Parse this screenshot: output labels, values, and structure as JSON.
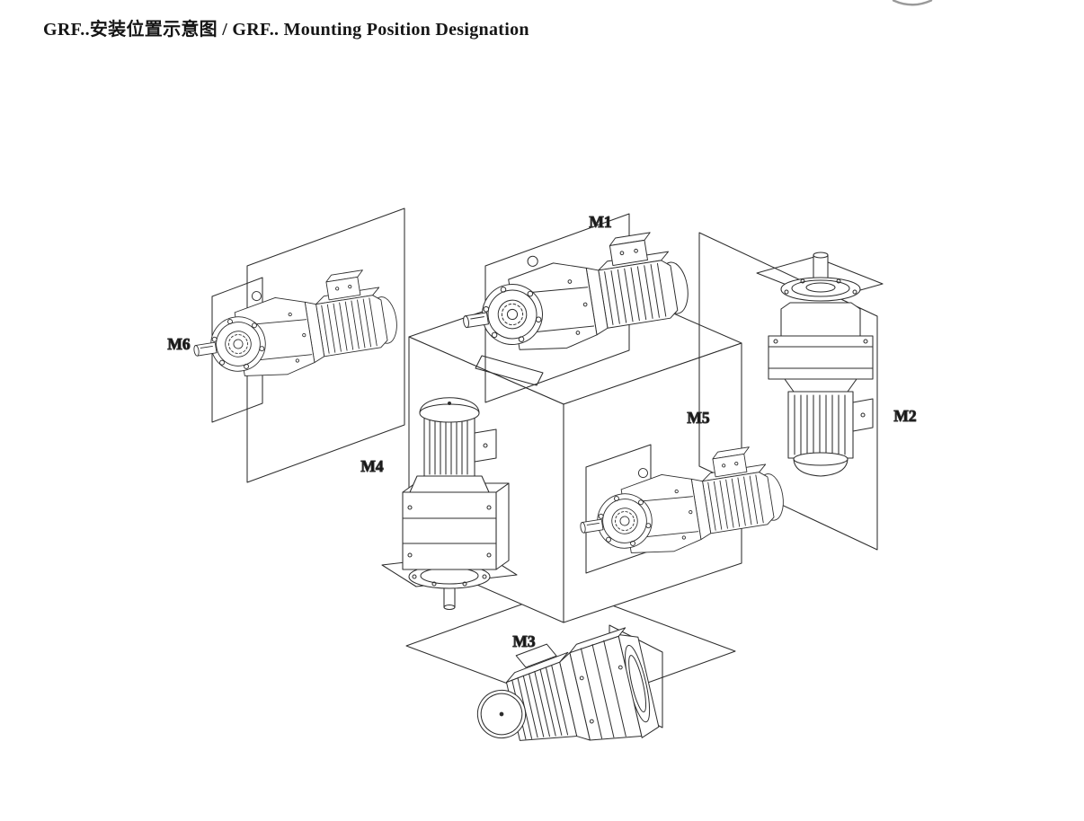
{
  "header": {
    "title": "GRF..安装位置示意图 / GRF.. Mounting Position Designation"
  },
  "diagram": {
    "line_color": "#2d2d2d",
    "background_color": "#ffffff",
    "positions": [
      {
        "label": "M1"
      },
      {
        "label": "M2"
      },
      {
        "label": "M3"
      },
      {
        "label": "M4"
      },
      {
        "label": "M5"
      },
      {
        "label": "M6"
      }
    ]
  }
}
